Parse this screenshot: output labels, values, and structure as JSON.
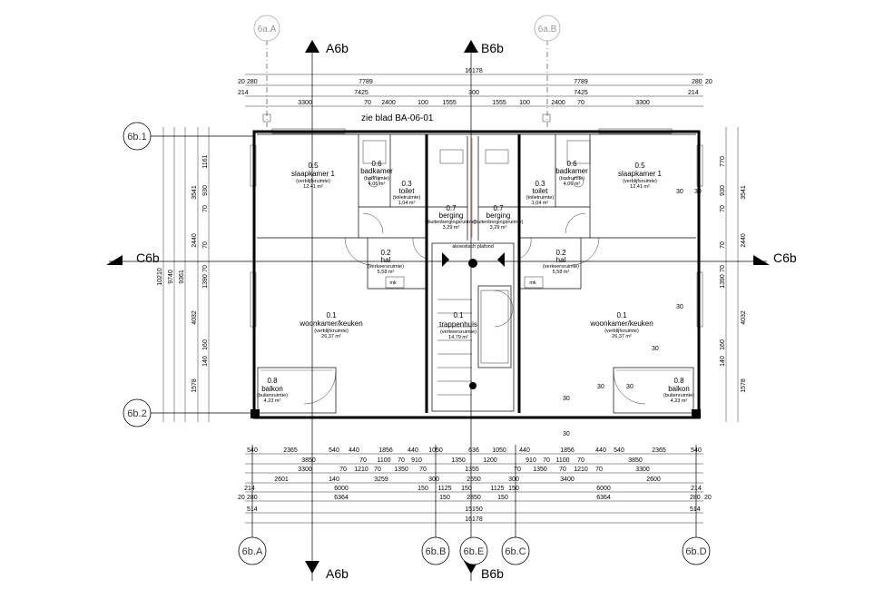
{
  "sections": {
    "a6b_top": "A6b",
    "a6b_bottom": "A6b",
    "b6b_top": "B6b",
    "b6b_bottom": "B6b",
    "c6b_left": "C6b",
    "c6b_right": "C6b"
  },
  "grid_labels": {
    "g6aA": "6a.A",
    "g6aB": "6a.B",
    "g6b1": "6b.1",
    "g6b2": "6b.2",
    "g6bA": "6b.A",
    "g6bB": "6b.B",
    "g6bE": "6b.E",
    "g6bC": "6b.C",
    "g6bD": "6b.D"
  },
  "note": "zie blad BA-06-01",
  "rooms": {
    "slaapkamer_l": {
      "num": "0.5",
      "name": "slaapkamer 1",
      "sub": "(verblijfsruimte)",
      "area": "12,41 m²"
    },
    "slaapkamer_r": {
      "num": "0.5",
      "name": "slaapkamer 1",
      "sub": "(verblijfsruimte)",
      "area": "12,41 m²"
    },
    "badkamer_l": {
      "num": "0.6",
      "name": "badkamer",
      "sub": "(badruimte)",
      "area": "4,06 m²"
    },
    "badkamer_r": {
      "num": "0.6",
      "name": "badkamer",
      "sub": "(badruimte)",
      "area": "4,06 m²"
    },
    "toilet_l": {
      "num": "0.3",
      "name": "toilet",
      "sub": "(toiletruimte)",
      "area": "1,04 m²"
    },
    "toilet_r": {
      "num": "0.3",
      "name": "toilet",
      "sub": "(toiletruimte)",
      "area": "1,04 m²"
    },
    "berging_l": {
      "num": "0.7",
      "name": "berging",
      "sub": "(buitenbergingsruimte)",
      "area": "3,29 m²"
    },
    "berging_r": {
      "num": "0.7",
      "name": "berging",
      "sub": "(buitenbergingsruimte)",
      "area": "3,29 m²"
    },
    "hal_l": {
      "num": "0.2",
      "name": "hal",
      "sub": "(verkeersruimte)",
      "area": "5,58 m²"
    },
    "hal_r": {
      "num": "0.2",
      "name": "hal",
      "sub": "(verkeersruimte)",
      "area": "5,58 m²"
    },
    "woon_l": {
      "num": "0.1",
      "name": "woonkamer/keuken",
      "sub": "(verblijfsruimte)",
      "area": "26,37 m²"
    },
    "woon_r": {
      "num": "0.1",
      "name": "woonkamer/keuken",
      "sub": "(verblijfsruimte)",
      "area": "26,37 m²"
    },
    "trap": {
      "num": "0.1",
      "name": "trappenhuis",
      "sub": "(verkeersruimte)",
      "area": "14,79 m²"
    },
    "balkon_l": {
      "num": "0.8",
      "name": "balkon",
      "sub": "(buitenruimte)",
      "area": "4,23 m²"
    },
    "balkon_r": {
      "num": "0.8",
      "name": "balkon",
      "sub": "(buitenruimte)",
      "area": "4,23 m²"
    }
  },
  "plafond": "akoestisch plafond",
  "mk": "mk",
  "dims_top": {
    "row1": [
      "20",
      "280",
      "7789",
      "7789",
      "280",
      "20"
    ],
    "row2": [
      "214",
      "7425",
      "300",
      "7425",
      "214"
    ],
    "row3": [
      "3300",
      "70",
      "2400",
      "100",
      "1555",
      "1555",
      "100",
      "2400",
      "70",
      "3300"
    ],
    "overall": "16178"
  },
  "dims_bottom": {
    "row1": [
      "540",
      "2365",
      "540",
      "440",
      "1856",
      "440",
      "1050",
      "636",
      "1050",
      "440",
      "1856",
      "440",
      "540",
      "2365",
      "540"
    ],
    "row2": [
      "3850",
      "70",
      "1100",
      "70",
      "910",
      "1350",
      "1200",
      "910",
      "70",
      "1100",
      "70",
      "3850"
    ],
    "row3": [
      "3300",
      "70",
      "1210",
      "70",
      "1350",
      "70",
      "1355",
      "70",
      "1350",
      "70",
      "1210",
      "70",
      "3300"
    ],
    "row4": [
      "2601",
      "140",
      "3259",
      "300",
      "2550",
      "300",
      "3400",
      "2600"
    ],
    "row5": [
      "214",
      "6000",
      "150",
      "1125",
      "150",
      "1125",
      "150",
      "6000",
      "214"
    ],
    "row6": [
      "20",
      "280",
      "6364",
      "150",
      "2850",
      "150",
      "6364",
      "280",
      "20"
    ],
    "row7": [
      "514",
      "15150",
      "514"
    ],
    "overall": "16178"
  },
  "dims_left": {
    "a": [
      "10210",
      "9740",
      "9361"
    ],
    "b": [
      "3541",
      "2440",
      "4032",
      "1578"
    ],
    "c": [
      "1161",
      "930",
      "70",
      "70",
      "1390",
      "70",
      "160",
      "140"
    ]
  },
  "dims_right": {
    "a": [
      "3541",
      "2440",
      "4032",
      "1578"
    ],
    "b": [
      "770",
      "930",
      "70",
      "70",
      "1390",
      "70",
      "160",
      "140"
    ]
  },
  "tags": [
    "30",
    "30",
    "30",
    "30",
    "30",
    "30",
    "30",
    "30"
  ]
}
